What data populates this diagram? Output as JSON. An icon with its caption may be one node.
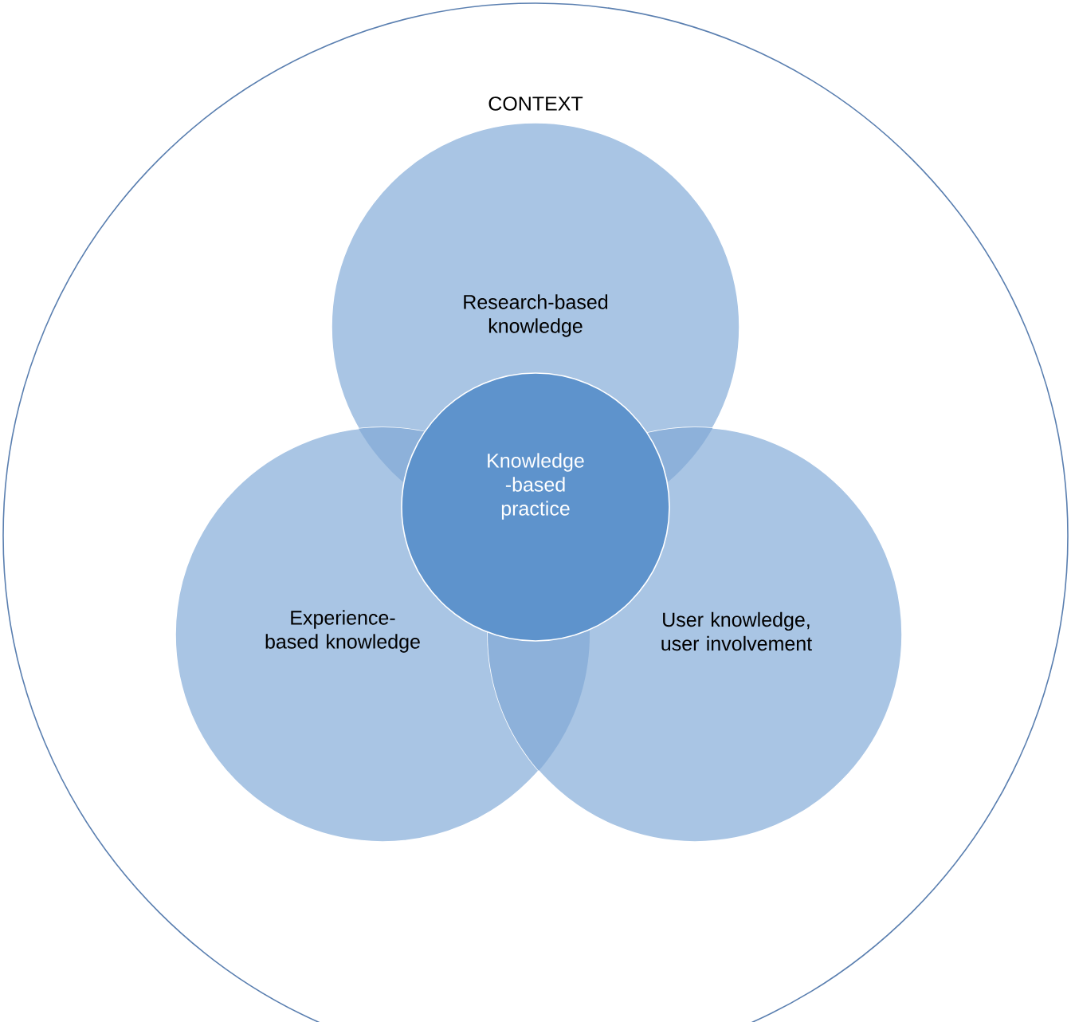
{
  "diagram": {
    "nodes": [
      {
        "text": [
          "CONTEXT"
        ]
      },
      {
        "text": [
          "Research-based knowledge"
        ],
        "in": 0
      },
      {
        "text": [
          "Knowledge -based practice"
        ],
        "in": 0
      },
      {
        "text": [
          "Experience-based knowledge"
        ],
        "in": 0
      },
      {
        "text": [
          "User knowledge, user involvement"
        ],
        "in": 0
      }
    ]
  }
}
